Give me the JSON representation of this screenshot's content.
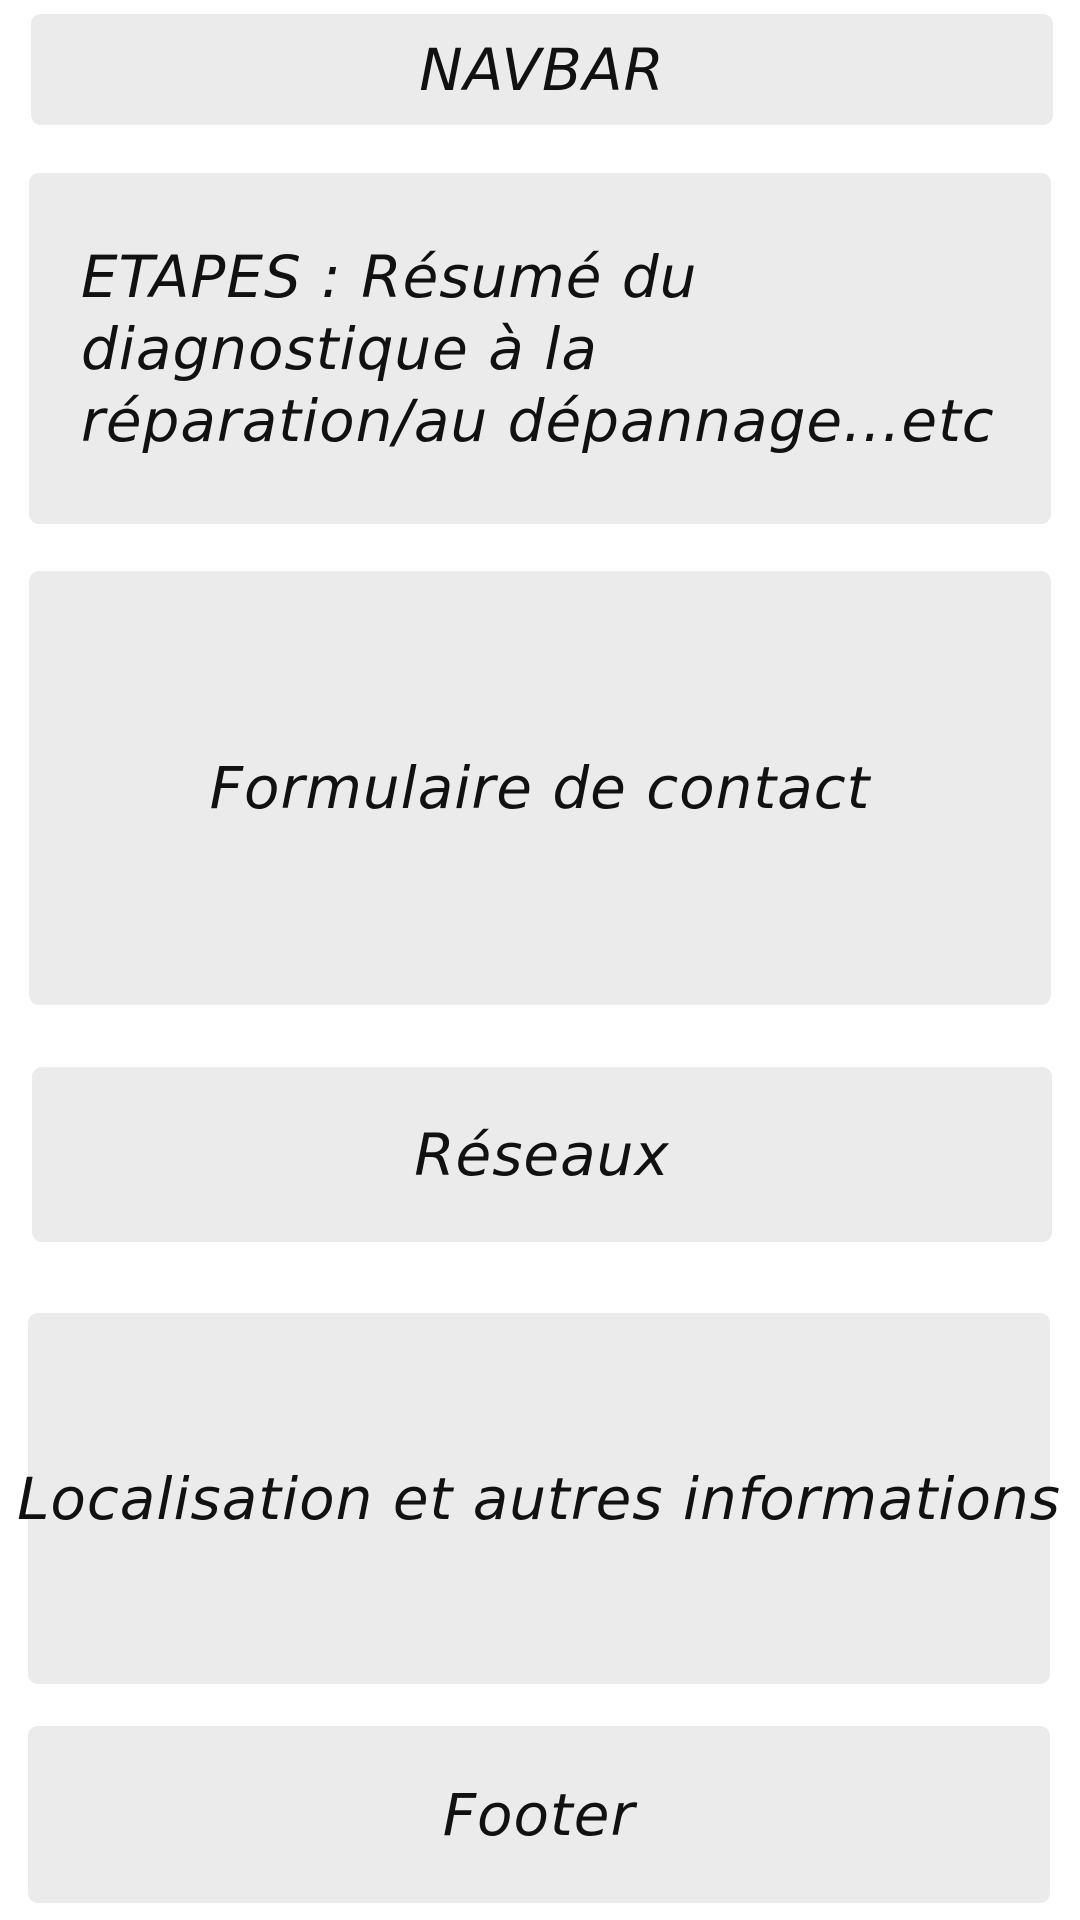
{
  "sections": {
    "navbar": "NAVBAR",
    "etapes": "ETAPES : Résumé du diagnostique à la réparation/au dépannage...etc",
    "contact": "Formulaire de contact",
    "reseaux": "Réseaux",
    "localisation": "Localisation et autres informations",
    "footer": "Footer"
  },
  "colors": {
    "block_background": "#ebebeb",
    "text": "#111111",
    "page_background": "#ffffff"
  }
}
